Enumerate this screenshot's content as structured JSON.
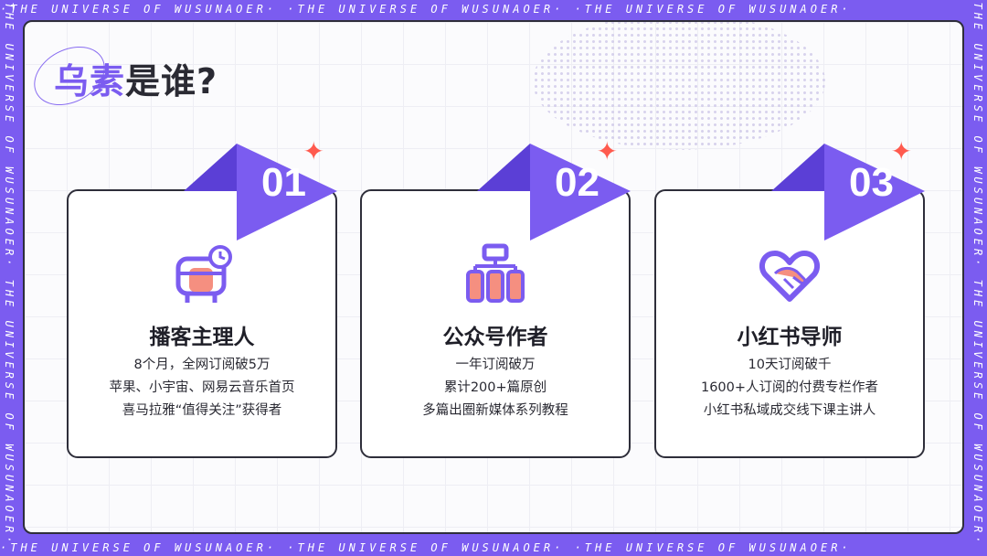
{
  "frame_text": "·THE UNIVERSE OF WUSUNAOER· ·THE UNIVERSE OF WUSUNAOER· ·THE UNIVERSE OF WUSUNAOER·",
  "frame_side_text": "THE UNIVERSE OF WUSUNAOER· THE UNIVERSE OF WUSUNAOER·",
  "title": {
    "highlight": "乌素",
    "rest": "是谁?"
  },
  "cards": [
    {
      "number": "01",
      "icon": "podcast-icon",
      "heading": "播客主理人",
      "lines": [
        "8个月，全网订阅破5万",
        "苹果、小宇宙、网易云音乐首页",
        "喜马拉雅“值得关注”获得者"
      ]
    },
    {
      "number": "02",
      "icon": "network-icon",
      "heading": "公众号作者",
      "lines": [
        "一年订阅破万",
        "累计200+篇原创",
        "多篇出圈新媒体系列教程"
      ]
    },
    {
      "number": "03",
      "icon": "heart-hands-icon",
      "heading": "小红书导师",
      "lines": [
        "10天订阅破千",
        "1600+人订阅的付费专栏作者",
        "小红书私域成交线下课主讲人"
      ]
    }
  ],
  "colors": {
    "accent": "#7b5cf0",
    "accent_dark": "#5b3fd6",
    "coral": "#f58f80",
    "spark": "#ff5a4e",
    "ink": "#2e2e3a"
  }
}
